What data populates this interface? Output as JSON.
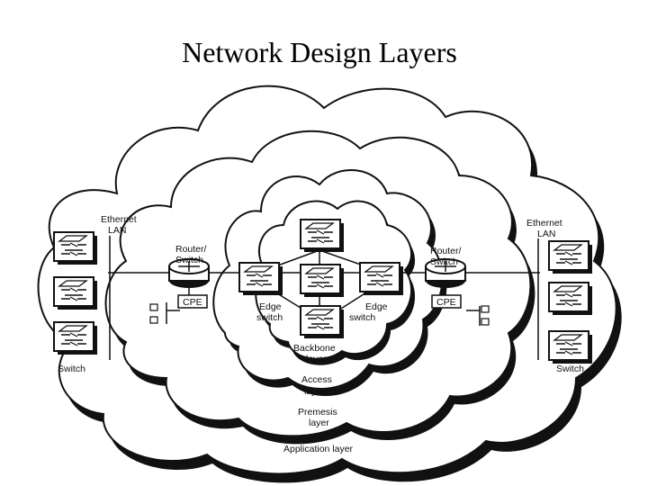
{
  "title": "Network Design Layers",
  "labels": {
    "ethernet_lan_left": [
      "Ethernet",
      "LAN"
    ],
    "ethernet_lan_right": [
      "Ethernet",
      "LAN"
    ],
    "router_left": [
      "Router/",
      "Switch"
    ],
    "router_right": [
      "Router/",
      "Switch"
    ],
    "cpe_left": "CPE",
    "cpe_right": "CPE",
    "edge_switch_left": [
      "Edge",
      "switch"
    ],
    "edge_switch_right": [
      "Edge",
      "switch"
    ],
    "backbone_layer": [
      "Backbone",
      "layer"
    ],
    "access_layer": [
      "Access",
      "layer"
    ],
    "premesis_layer": [
      "Premesis",
      "layer"
    ],
    "application_layer": "Application layer",
    "switch_left": "Switch",
    "switch_right": "Switch"
  },
  "colors": {
    "line": "#111111",
    "fill": "#ffffff",
    "shadow": "#222222"
  }
}
